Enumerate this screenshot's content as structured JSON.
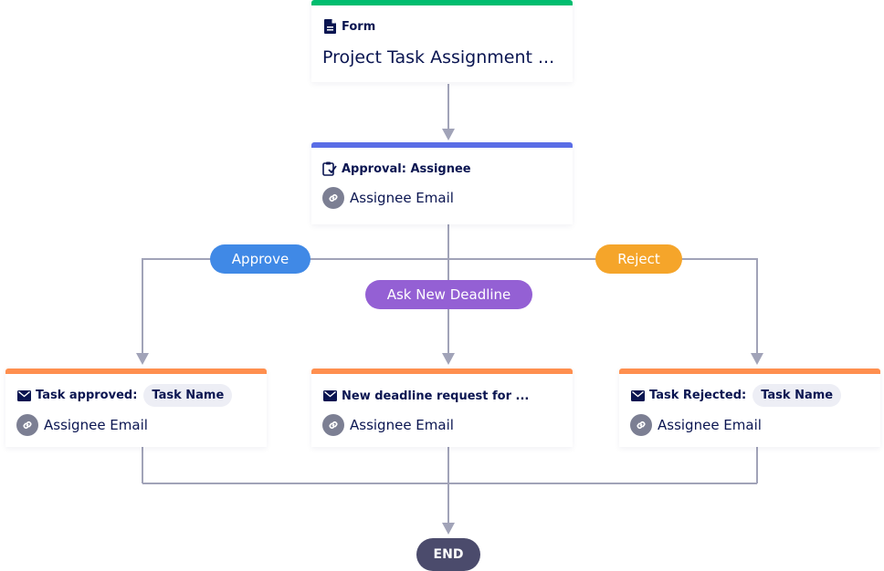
{
  "colors": {
    "form_bar": "#01bd6f",
    "approval_bar": "#5a6de6",
    "email_bar": "#ff8f4f",
    "approve": "#4089e6",
    "ask_deadline": "#9460d4",
    "reject": "#f5a52a",
    "end": "#4b4b6c",
    "connector": "#a1a3b8"
  },
  "form_node": {
    "type_label": "Form",
    "title": "Project Task Assignment ...",
    "icon": "document-icon"
  },
  "approval_node": {
    "type_label": "Approval: Assignee",
    "field": "Assignee Email",
    "icon": "approval-icon"
  },
  "branches": {
    "approve": "Approve",
    "ask_deadline": "Ask New Deadline",
    "reject": "Reject"
  },
  "email_nodes": [
    {
      "title": "Task approved:",
      "tag": "Task Name",
      "field": "Assignee Email",
      "icon": "envelope-icon"
    },
    {
      "title": "New deadline request for ...",
      "tag": "",
      "field": "Assignee Email",
      "icon": "envelope-icon"
    },
    {
      "title": "Task Rejected:",
      "tag": "Task Name",
      "field": "Assignee Email",
      "icon": "envelope-icon"
    }
  ],
  "end_label": "END"
}
